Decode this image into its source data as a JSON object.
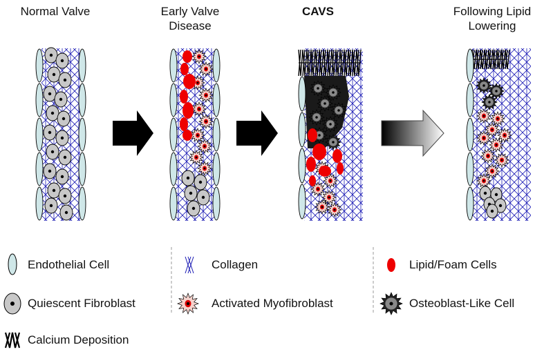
{
  "stages": [
    {
      "title_line1": "Normal Valve",
      "title_line2": ""
    },
    {
      "title_line1": "Early Valve",
      "title_line2": "Disease"
    },
    {
      "title_line1": "CAVS",
      "title_line2": ""
    },
    {
      "title_line1": "Following Lipid",
      "title_line2": "Lowering"
    }
  ],
  "legend": {
    "endothelial": "Endothelial Cell",
    "fibroblast": "Quiescent Fibroblast",
    "calcium": "Calcium Deposition",
    "collagen": "Collagen",
    "myofibroblast": "Activated Myofibroblast",
    "lipid": "Lipid/Foam Cells",
    "osteoblast": "Osteoblast-Like Cell"
  },
  "colors": {
    "endothelial": "#cfe7e8",
    "fibroblast": "#c8c8c8",
    "collagen": "#1a1ab4",
    "lipid": "#ee0000",
    "myofibroblast": "#f6d2cc",
    "osteoblast": "#222222",
    "arrow": "#000000"
  }
}
